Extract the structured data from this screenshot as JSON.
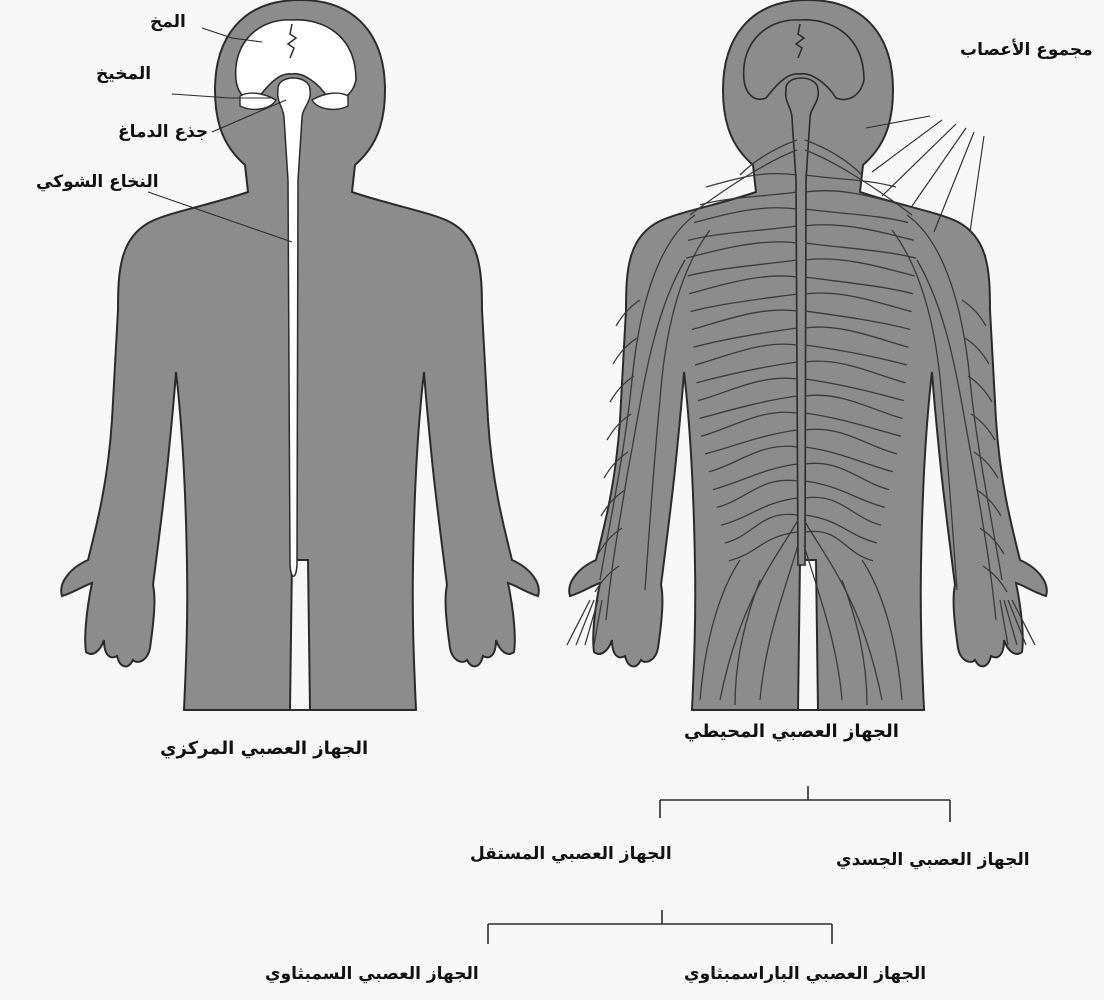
{
  "figure": {
    "colors": {
      "body_fill": "#8c8c8c",
      "outline": "#2b2b2b",
      "cns_white": "#ffffff",
      "nerve_line": "#3a3a3a",
      "background": "#f7f7f7",
      "text": "#111111"
    },
    "left_labels": {
      "brain": "المخ",
      "cerebellum": "المخيخ",
      "brainstem": "جذع الدماغ",
      "spinal_cord": "النخاع الشوكي"
    },
    "right_labels": {
      "nerves": "مجموع الأعصاب"
    },
    "captions": {
      "cns": "الجهاز العصبي المركزي",
      "pns": "الجهاز العصبي المحيطي"
    },
    "tree": {
      "autonomic": "الجهاز العصبي المستقل",
      "somatic": "الجهاز العصبي الجسدي",
      "sympathetic": "الجهاز العصبي السمبثاوي",
      "parasympathetic": "الجهاز العصبي الباراسمبثاوي"
    }
  }
}
